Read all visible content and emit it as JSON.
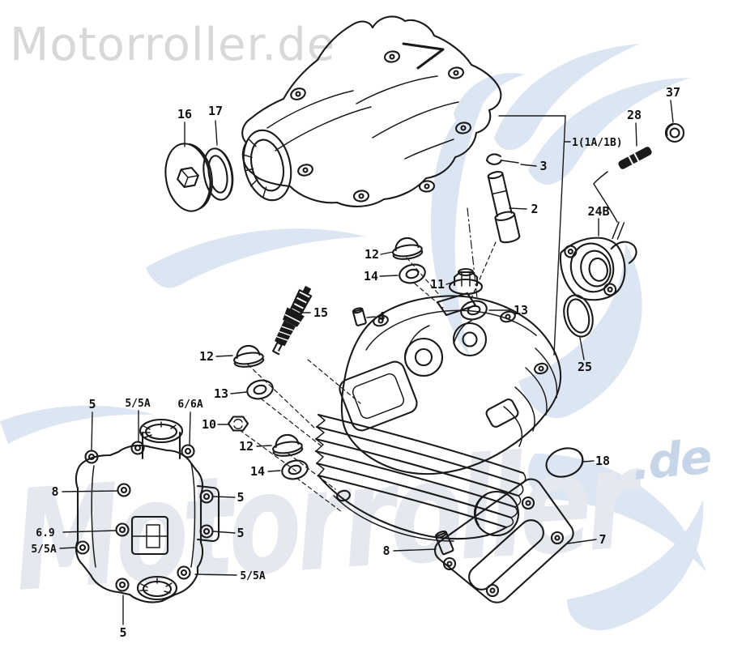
{
  "watermarks": {
    "top_left": "Motorroller.de",
    "big_bottom": "Motorroller",
    "de_suffix": ".de"
  },
  "colors": {
    "background": "#ffffff",
    "line_art": "#1a1a1a",
    "label_text": "#111111",
    "wm_gray": "#d8d8d8",
    "wm_blue": "#dce6f3",
    "wm_big_text": "#e5e8ee",
    "wm_de": "#c7d5e9"
  },
  "diagram": {
    "labels": [
      {
        "id": "16",
        "text": "16"
      },
      {
        "id": "17",
        "text": "17"
      },
      {
        "id": "37",
        "text": "37"
      },
      {
        "id": "28",
        "text": "28"
      },
      {
        "id": "1-1a-1b",
        "text": "1(1A/1B)"
      },
      {
        "id": "3",
        "text": "3"
      },
      {
        "id": "2",
        "text": "2"
      },
      {
        "id": "24b",
        "text": "24B"
      },
      {
        "id": "12-upper",
        "text": "12"
      },
      {
        "id": "14-upper",
        "text": "14"
      },
      {
        "id": "11",
        "text": "11"
      },
      {
        "id": "13-right",
        "text": "13"
      },
      {
        "id": "4",
        "text": "4"
      },
      {
        "id": "15",
        "text": "15"
      },
      {
        "id": "12-left",
        "text": "12"
      },
      {
        "id": "13-left",
        "text": "13"
      },
      {
        "id": "10",
        "text": "10"
      },
      {
        "id": "12-lower",
        "text": "12"
      },
      {
        "id": "14-lower",
        "text": "14"
      },
      {
        "id": "25",
        "text": "25"
      },
      {
        "id": "18",
        "text": "18"
      },
      {
        "id": "7",
        "text": "7"
      },
      {
        "id": "8-gasket",
        "text": "8"
      },
      {
        "id": "5-cover-top",
        "text": "5"
      },
      {
        "id": "5-5a-cover-top",
        "text": "5/5A"
      },
      {
        "id": "6-6a-cover-top",
        "text": "6/6A"
      },
      {
        "id": "8-cover-left",
        "text": "8"
      },
      {
        "id": "6-9-cover",
        "text": "6.9"
      },
      {
        "id": "5-5a-cover-left",
        "text": "5/5A"
      },
      {
        "id": "5-cover-right-1",
        "text": "5"
      },
      {
        "id": "5-cover-right-2",
        "text": "5"
      },
      {
        "id": "5-5a-cover-bottom",
        "text": "5/5A"
      },
      {
        "id": "5-cover-bottom",
        "text": "5"
      }
    ]
  }
}
